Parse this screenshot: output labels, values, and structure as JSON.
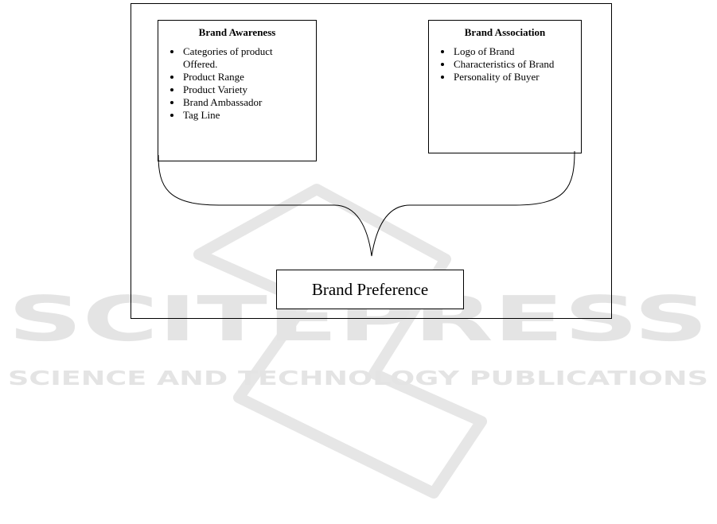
{
  "watermark": {
    "main": "SCITEPRESS",
    "sub": "SCIENCE AND TECHNOLOGY PUBLICATIONS",
    "color": "#e4e4e4"
  },
  "diagram": {
    "boxes": [
      {
        "title": "Brand Awareness",
        "items": [
          "Categories of product Offered.",
          "Product Range",
          "Product Variety",
          "Brand Ambassador",
          "Tag Line"
        ]
      },
      {
        "title": "Brand Association",
        "items": [
          "Logo of Brand",
          "Characteristics of Brand",
          "Personality of Buyer"
        ]
      }
    ],
    "result": "Brand Preference"
  }
}
